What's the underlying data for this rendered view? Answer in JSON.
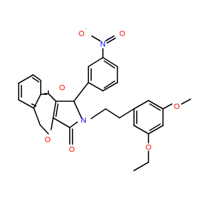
{
  "colors": {
    "background": "#ffffff",
    "bond": "#000000",
    "oxygen": "#ff0000",
    "nitrogen": "#0000ff"
  },
  "atoms": {
    "nitro_o_minus": "O",
    "nitro_minus_sign": "-",
    "nitro_n": "N",
    "nitro_plus_sign": "+",
    "nitro_o_double": "O",
    "ketone_o": "O",
    "ring_n": "N",
    "lactam_o": "O",
    "chromene_o": "O",
    "methoxy_o_upper": "O",
    "methoxy_o_lower": "O"
  }
}
